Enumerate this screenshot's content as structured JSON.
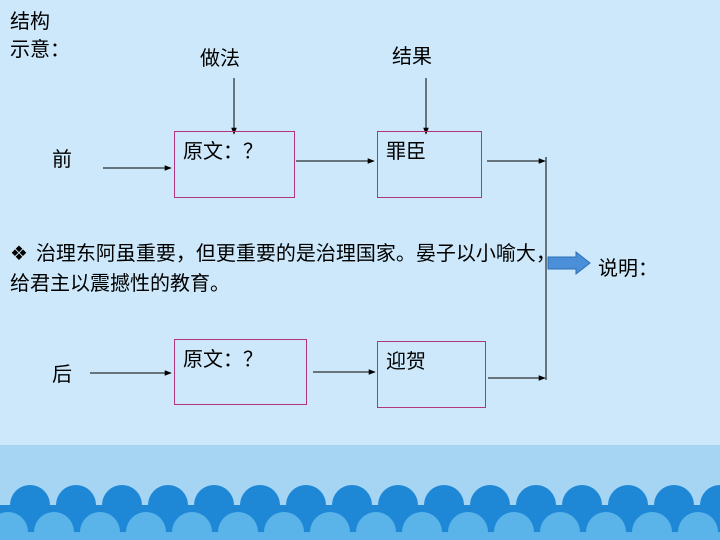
{
  "heading": {
    "line1": "结构",
    "line2": "示意："
  },
  "columns": {
    "method": "做法",
    "result": "结果"
  },
  "rows": {
    "before": {
      "label": "前",
      "original": "原文：？",
      "result": "罪臣"
    },
    "after": {
      "label": "后",
      "original": "原文：？",
      "result": "迎贺"
    }
  },
  "note": {
    "bullet": "❖",
    "text": "治理东阿虽重要，但更重要的是治理国家。晏子以小喻大，给君主以震撼性的教育。"
  },
  "explain_label": "说明：",
  "colors": {
    "background": "#cce8fa",
    "box_border": "#b3357d",
    "arrow_fill": "#4a8fd8",
    "wave_dark": "#1e88d6",
    "wave_light": "#5ab4ea"
  }
}
